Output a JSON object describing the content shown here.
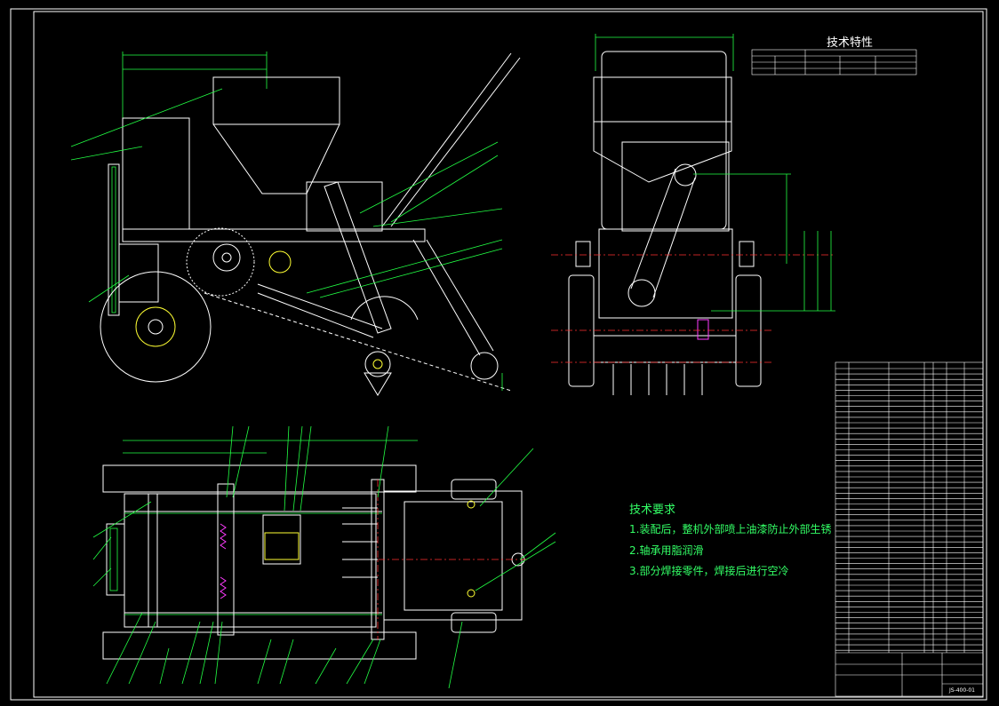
{
  "drawing": {
    "tech_spec_title": "技术特性",
    "tech_requirements": {
      "title": "技术要求",
      "items": [
        "1.装配后，整机外部喷上油漆防止外部生锈",
        "2.轴承用脂润滑",
        "3.部分焊接零件，焊接后进行空冷"
      ]
    },
    "drawing_number": "JS-400-01",
    "colors": {
      "frame": "#ffffff",
      "leader": "#22ff44",
      "centerline": "#ff3030",
      "spring": "#ff3cff",
      "highlight": "#ffff33"
    }
  }
}
